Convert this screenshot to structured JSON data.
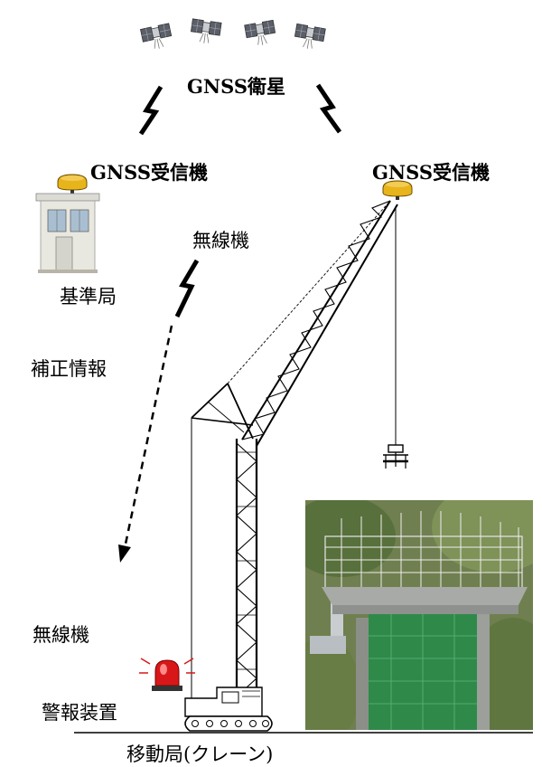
{
  "labels": {
    "satellites": "GNSS衛星",
    "receiver_left": "GNSS受信機",
    "receiver_right": "GNSS受信機",
    "radio_top": "無線機",
    "base_station": "基準局",
    "correction_info": "補正情報",
    "radio_bottom": "無線機",
    "alarm": "警報装置",
    "mobile_station": "移動局(クレーン)"
  },
  "icons": {
    "satellite": "satellite-icon",
    "lightning": "lightning-bolt-icon",
    "antenna": "gnss-antenna-icon",
    "booth": "base-station-booth-icon",
    "beacon": "warning-beacon-icon",
    "crane": "crawler-crane-icon",
    "photo": "bridge-pier-photo"
  },
  "colors": {
    "antenna_yellow": "#e8b41c",
    "beacon_red": "#d81818",
    "scaffold_green": "#2f8a4a",
    "line": "#000000"
  }
}
